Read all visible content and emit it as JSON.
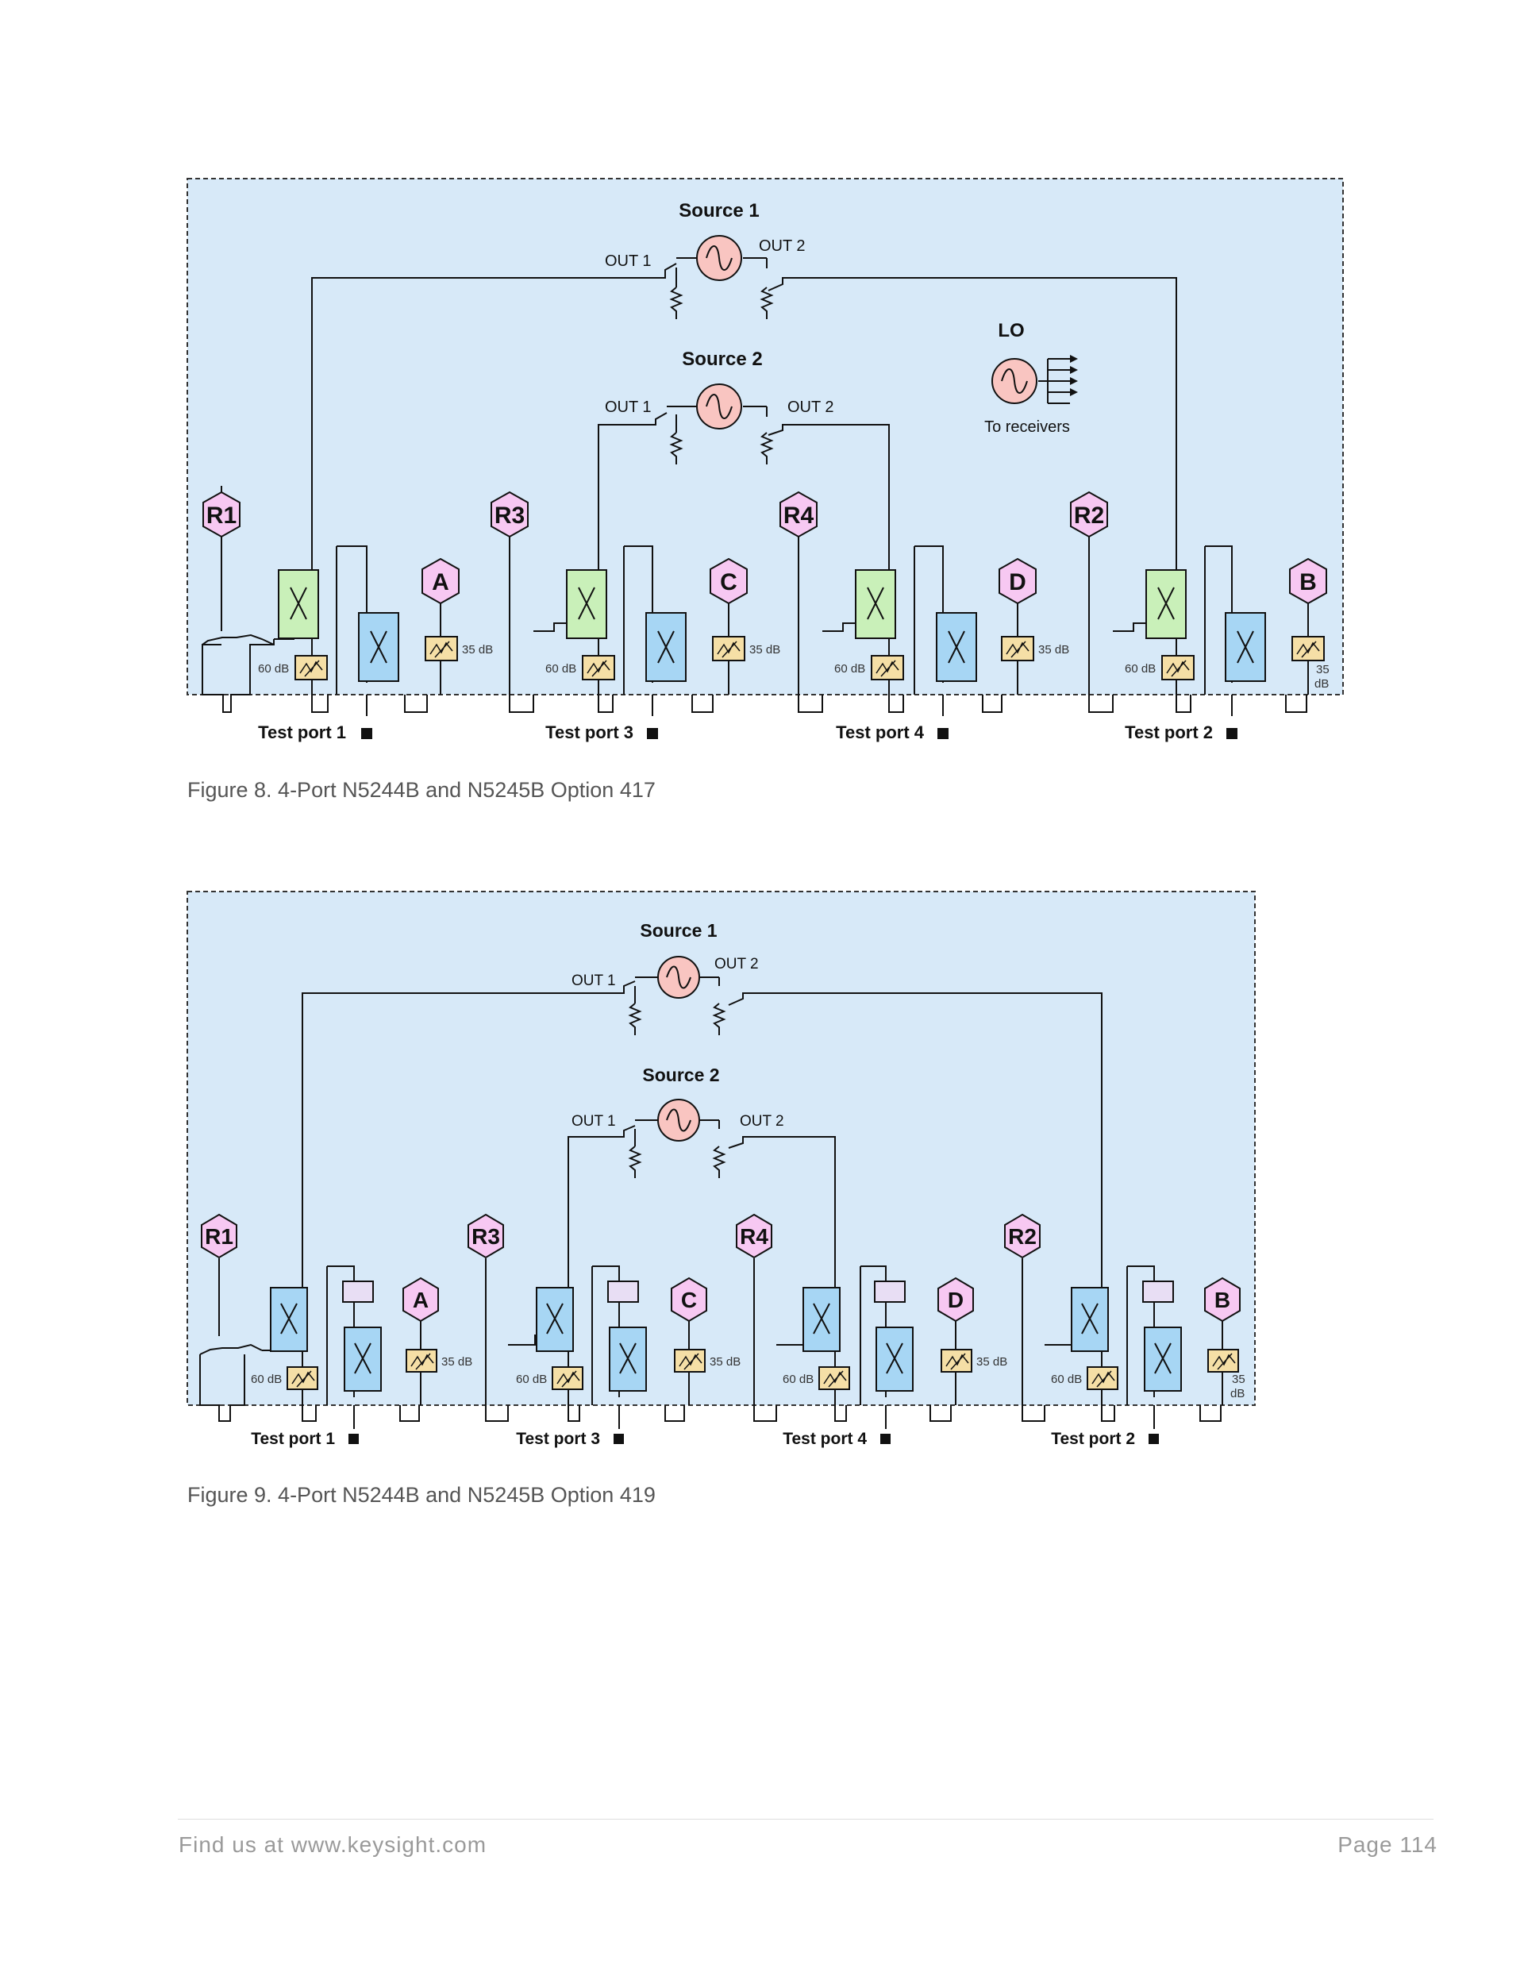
{
  "figure8": {
    "source1_label": "Source 1",
    "source2_label": "Source 2",
    "out1": "OUT 1",
    "out2": "OUT 2",
    "lo_label": "LO",
    "lo_sub": "To receivers",
    "hex": {
      "r1": "R1",
      "r3": "R3",
      "r4": "R4",
      "r2": "R2",
      "a": "A",
      "c": "C",
      "d": "D",
      "b": "B"
    },
    "atten60": "60 dB",
    "atten35": "35 dB",
    "atten35_split": [
      "35",
      "dB"
    ],
    "ports": [
      "Test port 1",
      "Test port 3",
      "Test port 4",
      "Test port 2"
    ],
    "caption": "Figure 8. 4-Port N5244B and N5245B Option 417"
  },
  "figure9": {
    "source1_label": "Source 1",
    "source2_label": "Source 2",
    "out1": "OUT 1",
    "out2": "OUT 2",
    "hex": {
      "r1": "R1",
      "r3": "R3",
      "r4": "R4",
      "r2": "R2",
      "a": "A",
      "c": "C",
      "d": "D",
      "b": "B"
    },
    "atten60": "60 dB",
    "atten35": "35 dB",
    "atten35_split": [
      "35",
      "dB"
    ],
    "ports": [
      "Test port 1",
      "Test port 3",
      "Test port 4",
      "Test port 2"
    ],
    "caption": "Figure 9. 4-Port N5244B and N5245B Option 419"
  },
  "footer": {
    "left": "Find us at www.keysight.com",
    "right": "Page 114"
  },
  "colors": {
    "panel": "#d7e9f8",
    "source": "#f9c5c1",
    "hex": "#f7c8f2",
    "green_coupler": "#c9f0b9",
    "blue_coupler": "#a7d6f4",
    "attenuator": "#f5dfa6"
  }
}
